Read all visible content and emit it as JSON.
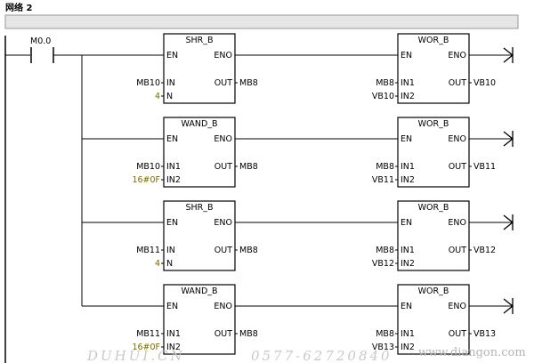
{
  "network": {
    "title": "网络 2",
    "contact": "M0.0"
  },
  "rungs": [
    {
      "left": {
        "name": "SHR_B",
        "en": "EN",
        "eno": "ENO",
        "in1_label": "IN",
        "in1_value": "MB10",
        "in2_label": "N",
        "in2_value": "4",
        "out_label": "OUT",
        "out_value": "MB8"
      },
      "right": {
        "name": "WOR_B",
        "en": "EN",
        "eno": "ENO",
        "in1_label": "IN1",
        "in1_value": "MB8",
        "in2_label": "IN2",
        "in2_value": "VB10",
        "out_label": "OUT",
        "out_value": "VB10"
      }
    },
    {
      "left": {
        "name": "WAND_B",
        "en": "EN",
        "eno": "ENO",
        "in1_label": "IN1",
        "in1_value": "MB10",
        "in2_label": "IN2",
        "in2_value": "16#0F",
        "out_label": "OUT",
        "out_value": "MB8"
      },
      "right": {
        "name": "WOR_B",
        "en": "EN",
        "eno": "ENO",
        "in1_label": "IN1",
        "in1_value": "MB8",
        "in2_label": "IN2",
        "in2_value": "VB11",
        "out_label": "OUT",
        "out_value": "VB11"
      }
    },
    {
      "left": {
        "name": "SHR_B",
        "en": "EN",
        "eno": "ENO",
        "in1_label": "IN",
        "in1_value": "MB11",
        "in2_label": "N",
        "in2_value": "4",
        "out_label": "OUT",
        "out_value": "MB8"
      },
      "right": {
        "name": "WOR_B",
        "en": "EN",
        "eno": "ENO",
        "in1_label": "IN1",
        "in1_value": "MB8",
        "in2_label": "IN2",
        "in2_value": "VB12",
        "out_label": "OUT",
        "out_value": "VB12"
      }
    },
    {
      "left": {
        "name": "WAND_B",
        "en": "EN",
        "eno": "ENO",
        "in1_label": "IN1",
        "in1_value": "MB11",
        "in2_label": "IN2",
        "in2_value": "16#0F",
        "out_label": "OUT",
        "out_value": "MB8"
      },
      "right": {
        "name": "WOR_B",
        "en": "EN",
        "eno": "ENO",
        "in1_label": "IN1",
        "in1_value": "MB8",
        "in2_label": "IN2",
        "in2_value": "VB13",
        "out_label": "OUT",
        "out_value": "VB13"
      }
    }
  ],
  "watermark": {
    "left": "DUHUI.CN",
    "phone": "0577-62720840",
    "site": "www.diangon.com"
  },
  "colors": {
    "line": "#000000",
    "comment_bar": "#e6e6e6",
    "constant_text": "#7a6a00"
  }
}
